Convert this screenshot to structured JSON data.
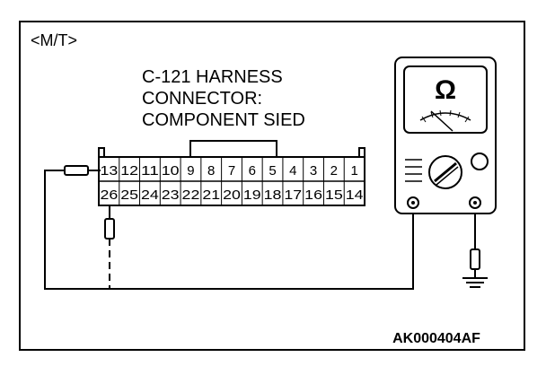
{
  "diagram": {
    "mode_label": "<M/T>",
    "connector_title_lines": [
      "C-121 HARNESS",
      "CONNECTOR:",
      "COMPONENT SIED"
    ],
    "top_row_pins": [
      "13",
      "12",
      "11",
      "10",
      "9",
      "8",
      "7",
      "6",
      "5",
      "4",
      "3",
      "2",
      "1"
    ],
    "bottom_row_pins": [
      "26",
      "25",
      "24",
      "23",
      "22",
      "21",
      "20",
      "19",
      "18",
      "17",
      "16",
      "15",
      "14"
    ],
    "meter_symbol": "Ω",
    "figure_code": "AK000404AF"
  },
  "icons": {
    "ohmmeter": "ohmmeter-icon",
    "ground": "ground-icon",
    "probe": "probe-icon"
  }
}
